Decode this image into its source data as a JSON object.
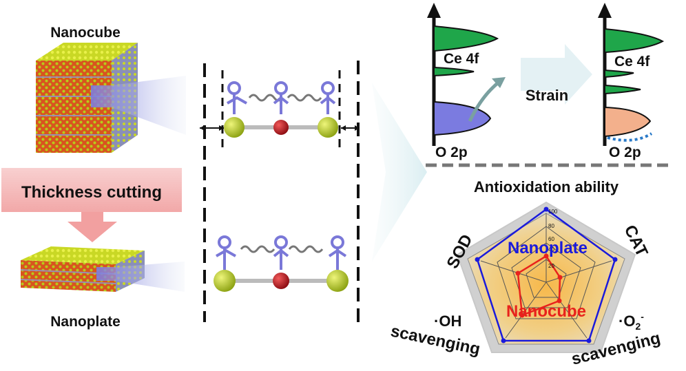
{
  "left": {
    "nanocube_label": "Nanocube",
    "process_label": "Thickness cutting",
    "nanoplate_label": "Nanoplate"
  },
  "bands": {
    "ce4f_left": "Ce 4f",
    "o2p_left": "O 2p",
    "strain_label": "Strain",
    "ce4f_right": "Ce 4f",
    "o2p_right": "O 2p"
  },
  "radar": {
    "title": "Antioxidation ability",
    "axes": [
      {
        "line1": "SOD",
        "line2": ""
      },
      {
        "line1": "CAT",
        "line2": ""
      },
      {
        "line1": "·O",
        "line2": "scavenging",
        "sub": "2",
        "sup": "-"
      },
      {
        "line1": "·OH",
        "line2": "scavenging"
      }
    ],
    "ticks": [
      "20",
      "40",
      "60",
      "80",
      "100"
    ],
    "series": [
      {
        "name": "Nanoplate",
        "color": "#1a1adc"
      },
      {
        "name": "Nanocube",
        "color": "#e8221c"
      }
    ]
  },
  "colors": {
    "ce_atom": "#b7cc1a",
    "o_atom": "#c8101a",
    "ce_band": "#1fa64a",
    "o_band_cube": "#7b7be0",
    "o_band_plate": "#f3b08c",
    "banner": "#f4b8b8"
  }
}
